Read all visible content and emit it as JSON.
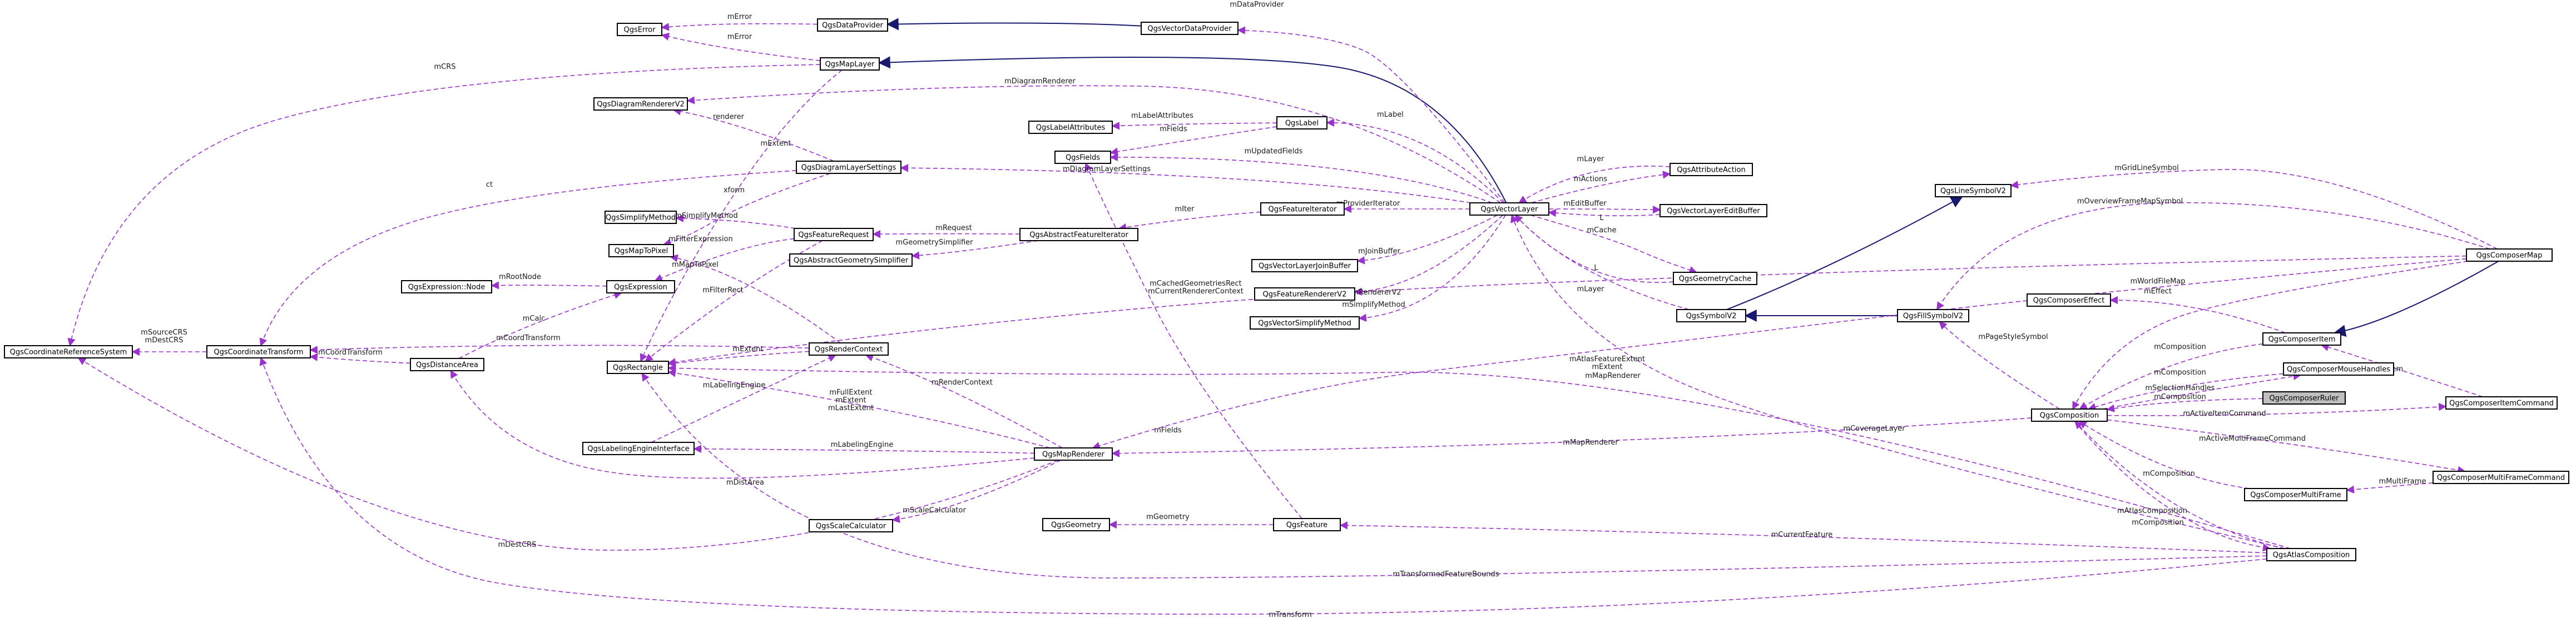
{
  "colors": {
    "dependency_edge": "#9a32cd",
    "inheritance_edge": "#191970",
    "node_border": "#000000",
    "node_fill": "#ffffff",
    "focus_node_fill": "#bfbfbf"
  },
  "nodes": [
    {
      "id": "error",
      "label": "QgsError"
    },
    {
      "id": "dataprovider",
      "label": "QgsDataProvider"
    },
    {
      "id": "vectordataprovider",
      "label": "QgsVectorDataProvider"
    },
    {
      "id": "maplayer",
      "label": "QgsMapLayer"
    },
    {
      "id": "diagramrenderer",
      "label": "QgsDiagramRendererV2"
    },
    {
      "id": "labelattributes",
      "label": "QgsLabelAttributes"
    },
    {
      "id": "label",
      "label": "QgsLabel"
    },
    {
      "id": "fields",
      "label": "QgsFields"
    },
    {
      "id": "diagramlayersettings",
      "label": "QgsDiagramLayerSettings"
    },
    {
      "id": "attributeaction",
      "label": "QgsAttributeAction"
    },
    {
      "id": "featureiterator",
      "label": "QgsFeatureIterator"
    },
    {
      "id": "vectorlayer",
      "label": "QgsVectorLayer"
    },
    {
      "id": "editbuffer",
      "label": "QgsVectorLayerEditBuffer"
    },
    {
      "id": "linesymbol",
      "label": "QgsLineSymbolV2"
    },
    {
      "id": "simplifymethod",
      "label": "QgsSimplifyMethod"
    },
    {
      "id": "featurerequest",
      "label": "QgsFeatureRequest"
    },
    {
      "id": "abstractfeatureiterator",
      "label": "QgsAbstractFeatureIterator"
    },
    {
      "id": "maptopixel",
      "label": "QgsMapToPixel"
    },
    {
      "id": "abstractgeometrysimplifier",
      "label": "QgsAbstractGeometrySimplifier"
    },
    {
      "id": "joinbuffer",
      "label": "QgsVectorLayerJoinBuffer"
    },
    {
      "id": "geometrycache",
      "label": "QgsGeometryCache"
    },
    {
      "id": "expressionnode",
      "label": "QgsExpression::Node"
    },
    {
      "id": "expression",
      "label": "QgsExpression"
    },
    {
      "id": "featurerenderer",
      "label": "QgsFeatureRendererV2"
    },
    {
      "id": "composermap",
      "label": "QgsComposerMap"
    },
    {
      "id": "vectorsimplifymethod",
      "label": "QgsVectorSimplifyMethod"
    },
    {
      "id": "composereffect",
      "label": "QgsComposerEffect"
    },
    {
      "id": "symbol",
      "label": "QgsSymbolV2"
    },
    {
      "id": "fillsymbol",
      "label": "QgsFillSymbolV2"
    },
    {
      "id": "crs",
      "label": "QgsCoordinateReferenceSystem"
    },
    {
      "id": "coordinatetransform",
      "label": "QgsCoordinateTransform"
    },
    {
      "id": "distancearea",
      "label": "QgsDistanceArea"
    },
    {
      "id": "rectangle",
      "label": "QgsRectangle"
    },
    {
      "id": "rendercontext",
      "label": "QgsRenderContext"
    },
    {
      "id": "composeritem",
      "label": "QgsComposerItem"
    },
    {
      "id": "mousehandles",
      "label": "QgsComposerMouseHandles"
    },
    {
      "id": "composerruler",
      "label": "QgsComposerRuler"
    },
    {
      "id": "composeritemcommand",
      "label": "QgsComposerItemCommand"
    },
    {
      "id": "labelingengine",
      "label": "QgsLabelingEngineInterface"
    },
    {
      "id": "maprenderer",
      "label": "QgsMapRenderer"
    },
    {
      "id": "composition",
      "label": "QgsComposition"
    },
    {
      "id": "multiframecommand",
      "label": "QgsComposerMultiFrameCommand"
    },
    {
      "id": "multiframe",
      "label": "QgsComposerMultiFrame"
    },
    {
      "id": "scalecalculator",
      "label": "QgsScaleCalculator"
    },
    {
      "id": "geometry",
      "label": "QgsGeometry"
    },
    {
      "id": "feature",
      "label": "QgsFeature"
    },
    {
      "id": "atlascomposition",
      "label": "QgsAtlasComposition"
    }
  ],
  "edge_labels": [
    {
      "id": "mDataProvider",
      "text": "mDataProvider"
    },
    {
      "id": "mError1",
      "text": "mError"
    },
    {
      "id": "mError2",
      "text": "mError"
    },
    {
      "id": "mCRS",
      "text": "mCRS"
    },
    {
      "id": "mDiagramRenderer",
      "text": "mDiagramRenderer"
    },
    {
      "id": "mLabel",
      "text": "mLabel"
    },
    {
      "id": "mLabelAttributes",
      "text": "mLabelAttributes"
    },
    {
      "id": "mFields1",
      "text": "mFields"
    },
    {
      "id": "renderer",
      "text": "renderer"
    },
    {
      "id": "mExtent1",
      "text": "mExtent"
    },
    {
      "id": "mUpdatedFields",
      "text": "mUpdatedFields"
    },
    {
      "id": "mDiagramLayerSettings",
      "text": "mDiagramLayerSettings"
    },
    {
      "id": "mLayer1",
      "text": "mLayer"
    },
    {
      "id": "mActions",
      "text": "mActions"
    },
    {
      "id": "ct",
      "text": "ct"
    },
    {
      "id": "xform",
      "text": "xform"
    },
    {
      "id": "mProviderIterator",
      "text": "mProviderIterator"
    },
    {
      "id": "mEditBuffer",
      "text": "mEditBuffer"
    },
    {
      "id": "L1",
      "text": "L"
    },
    {
      "id": "mCache",
      "text": "mCache"
    },
    {
      "id": "mSimplifyMethod1",
      "text": "mSimplifyMethod"
    },
    {
      "id": "mRequest",
      "text": "mRequest"
    },
    {
      "id": "mGeometrySimplifier",
      "text": "mGeometrySimplifier"
    },
    {
      "id": "mIter",
      "text": "mIter"
    },
    {
      "id": "mGridLineSymbol",
      "text": "mGridLineSymbol"
    },
    {
      "id": "mOverviewFrameMapSymbol",
      "text": "mOverviewFrameMapSymbol"
    },
    {
      "id": "mFilterExpression",
      "text": "mFilterExpression"
    },
    {
      "id": "mMapToPixel",
      "text": "mMapToPixel"
    },
    {
      "id": "mJoinBuffer",
      "text": "mJoinBuffer"
    },
    {
      "id": "mFilterRect",
      "text": "mFilterRect"
    },
    {
      "id": "mRootNode",
      "text": "mRootNode"
    },
    {
      "id": "mRendererV2",
      "text": "mRendererV2"
    },
    {
      "id": "mLayer2",
      "text": "mLayer"
    },
    {
      "id": "L2",
      "text": "L"
    },
    {
      "id": "mSimplifyMethod2",
      "text": "mSimplifyMethod"
    },
    {
      "id": "mWorldFileMap",
      "text": "mWorldFileMap"
    },
    {
      "id": "mEffect",
      "text": "mEffect"
    },
    {
      "id": "mCalc",
      "text": "mCalc"
    },
    {
      "id": "mSourceCRS",
      "text": "mSourceCRS\nmDestCRS"
    },
    {
      "id": "mCoordTransform1",
      "text": "mCoordTransform"
    },
    {
      "id": "mCoordTransform2",
      "text": "mCoordTransform"
    },
    {
      "id": "mExtent2",
      "text": "mExtent"
    },
    {
      "id": "mCachedGeometriesRect",
      "text": "mCachedGeometriesRect\nmCurrentRendererContext"
    },
    {
      "id": "mPageStyleSymbol",
      "text": "mPageStyleSymbol"
    },
    {
      "id": "mComposition1",
      "text": "mComposition"
    },
    {
      "id": "mAtlasFeatureExtent",
      "text": "mAtlasFeatureExtent\nmExtent"
    },
    {
      "id": "mComposition2",
      "text": "mComposition"
    },
    {
      "id": "mSelectionHandles",
      "text": "mSelectionHandles"
    },
    {
      "id": "mItem",
      "text": "mItem"
    },
    {
      "id": "mRenderContext",
      "text": "mRenderContext"
    },
    {
      "id": "mMapRenderer1",
      "text": "mMapRenderer"
    },
    {
      "id": "mComposition3",
      "text": "mComposition"
    },
    {
      "id": "mLabelingEngine1",
      "text": "mLabelingEngine"
    },
    {
      "id": "mActiveItemCommand",
      "text": "mActiveItemCommand"
    },
    {
      "id": "mFullExtent",
      "text": "mFullExtent\nmExtent\nmLastExtent"
    },
    {
      "id": "mCoverageLayer",
      "text": "mCoverageLayer"
    },
    {
      "id": "mMapRenderer2",
      "text": "mMapRenderer"
    },
    {
      "id": "mLabelingEngine2",
      "text": "mLabelingEngine"
    },
    {
      "id": "mDistArea",
      "text": "mDistArea"
    },
    {
      "id": "mActiveMultiFrameCommand",
      "text": "mActiveMultiFrameCommand"
    },
    {
      "id": "mMultiFrame",
      "text": "mMultiFrame"
    },
    {
      "id": "mComposition4",
      "text": "mComposition"
    },
    {
      "id": "mScaleCalculator",
      "text": "mScaleCalculator"
    },
    {
      "id": "mFields2",
      "text": "mFields"
    },
    {
      "id": "mGeometry",
      "text": "mGeometry"
    },
    {
      "id": "mComposition5",
      "text": "mComposition"
    },
    {
      "id": "mAtlasComposition",
      "text": "mAtlasComposition"
    },
    {
      "id": "mCurrentFeature",
      "text": "mCurrentFeature"
    },
    {
      "id": "mDestCRS",
      "text": "mDestCRS"
    },
    {
      "id": "mTransformedFeatureBounds",
      "text": "mTransformedFeatureBounds"
    },
    {
      "id": "mTransform",
      "text": "mTransform"
    }
  ]
}
